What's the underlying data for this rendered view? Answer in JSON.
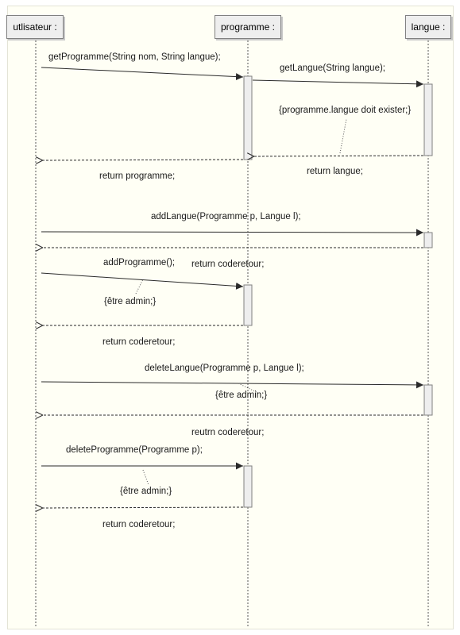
{
  "participants": [
    {
      "id": "utilisateur",
      "label": "utlisateur :"
    },
    {
      "id": "programme",
      "label": "programme :"
    },
    {
      "id": "langue",
      "label": "langue :"
    }
  ],
  "messages": {
    "m1": "getProgramme(String nom, String langue);",
    "m2": "getLangue(String langue);",
    "c1": "{programme.langue doit exister;}",
    "r2": "return langue;",
    "r1": "return programme;",
    "m3": "addLangue(Programme p, Langue l);",
    "m4": "addProgramme();",
    "r3": "return coderetour;",
    "c2": "{être admin;}",
    "r4": "return coderetour;",
    "m5": "deleteLangue(Programme p, Langue l);",
    "c3": "{être admin;}",
    "r5": "reutrn coderetour;",
    "m6": "deleteProgramme(Programme p);",
    "c4": "{être admin;}",
    "r6": "return coderetour;"
  },
  "colors": {
    "line": "#3a3a3a",
    "activation_fill": "#eeeeee",
    "frame_bg": "#fffff5"
  }
}
